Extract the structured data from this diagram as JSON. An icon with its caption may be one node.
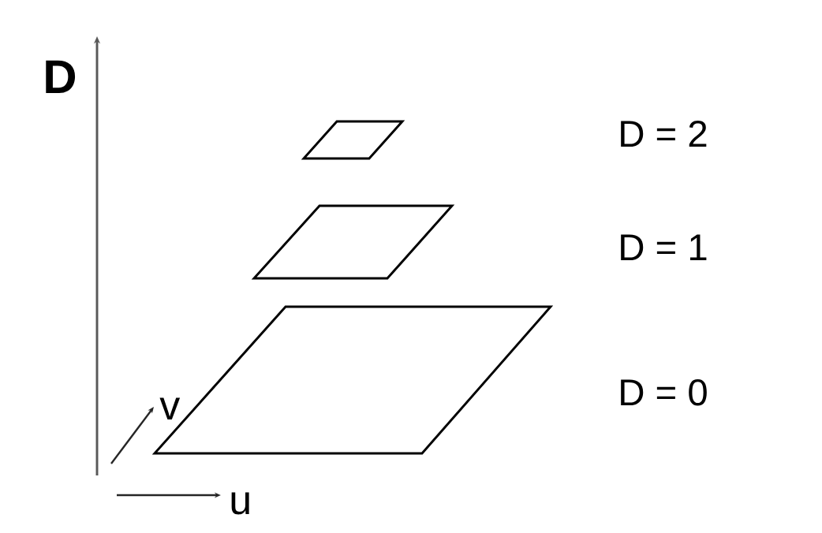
{
  "diagram": {
    "nodes": [
      {
        "text": [],
        "shape": "parallelogram"
      },
      {
        "text": [],
        "shape": "parallelogram"
      },
      {
        "text": [],
        "shape": "parallelogram"
      }
    ],
    "labels": [
      "D",
      "D = 2",
      "D = 1",
      "D = 0",
      "v",
      "u"
    ]
  }
}
